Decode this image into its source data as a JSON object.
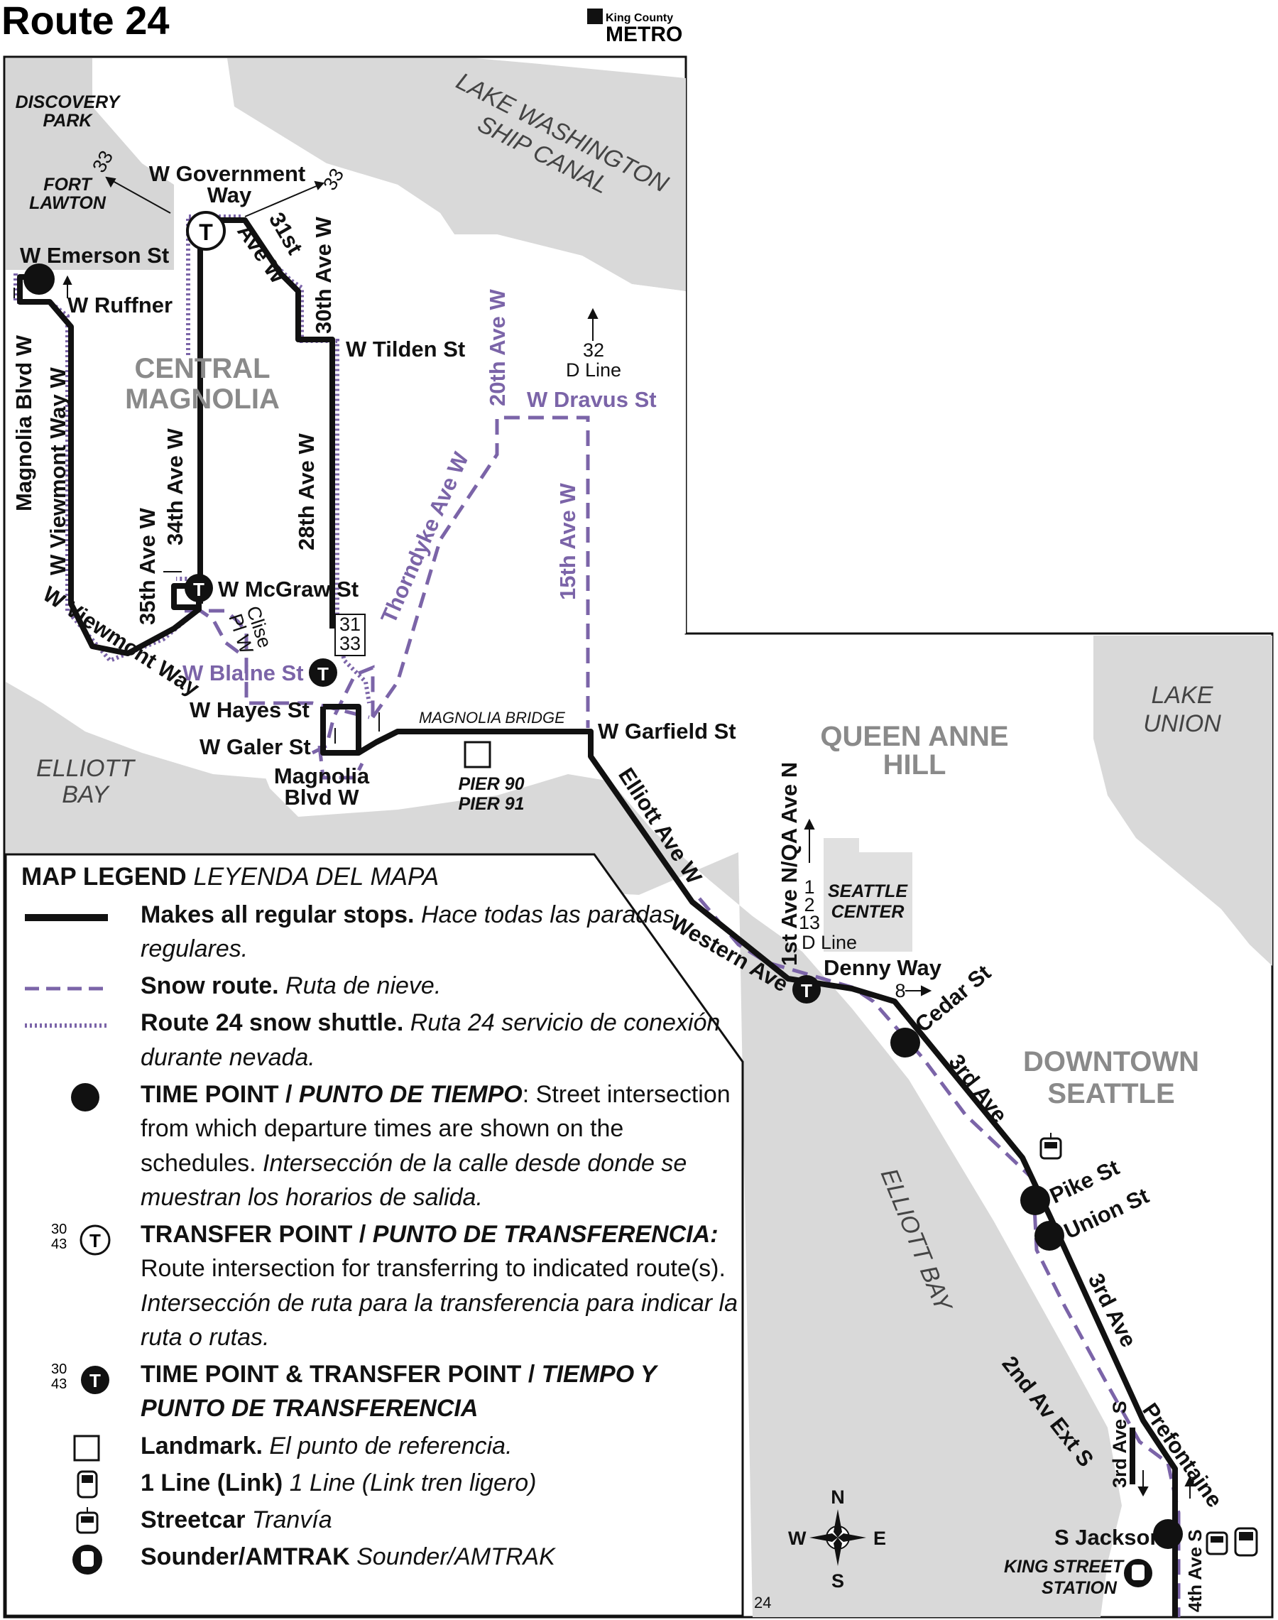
{
  "title": "Route 24",
  "brand": {
    "line1": "King County",
    "line2": "METRO"
  },
  "page_number": "24",
  "colors": {
    "route": "#111111",
    "snow": "#7b64a8",
    "land_gray": "#d9d9d9",
    "border": "#111111"
  },
  "areas": {
    "central_magnolia": [
      "CENTRAL",
      "MAGNOLIA"
    ],
    "queen_anne": [
      "QUEEN ANNE",
      "HILL"
    ],
    "downtown": [
      "DOWNTOWN",
      "SEATTLE"
    ]
  },
  "water": {
    "ship_canal": [
      "LAKE WASHINGTON",
      "SHIP CANAL"
    ],
    "lake_union": [
      "LAKE",
      "UNION"
    ],
    "elliott_bay_west": [
      "ELLIOTT",
      "BAY"
    ],
    "elliott_bay_east": "ELLIOTT BAY"
  },
  "places": {
    "discovery_park": [
      "DISCOVERY",
      "PARK"
    ],
    "fort_lawton": [
      "FORT",
      "LAWTON"
    ],
    "seattle_center": [
      "SEATTLE",
      "CENTER"
    ],
    "pier": [
      "PIER 90",
      "PIER 91"
    ],
    "magnolia_bridge": "MAGNOLIA BRIDGE",
    "king_street": [
      "KING STREET",
      "STATION"
    ]
  },
  "streets": {
    "w_government_way": [
      "W Government",
      "Way"
    ],
    "w_emerson": "W Emerson St",
    "w_ruffner": "W Ruffner",
    "magnolia_blvd_w": "Magnolia Blvd W",
    "w_viewmont_way_w": "W Viewmont Way W",
    "w_viewmont_way": "W Viewmont Way",
    "ave_31st": "31st",
    "ave_w": "Ave W",
    "ave_30th": "30th Ave W",
    "w_tilden": "W Tilden St",
    "ave_34th": "34th Ave W",
    "ave_35th": "35th Ave W",
    "ave_28th": "28th Ave W",
    "w_mcgraw": "W McGraw St",
    "clise_pl": [
      "Clise",
      "Pl W"
    ],
    "w_blaine": "W Blaine St",
    "w_hayes": "W Hayes St",
    "w_galer": "W Galer St",
    "magnolia_blvd": [
      "Magnolia",
      "Blvd W"
    ],
    "thorndyke": "Thorndyke Ave W",
    "ave_20th": "20th Ave W",
    "w_dravus": "W Dravus St",
    "ave_15th": "15th Ave W",
    "w_garfield": "W Garfield St",
    "elliott_ave": "Elliott Ave W",
    "western_ave": "Western Ave",
    "first_ave": "1st Ave N/QA Ave N",
    "denny_way": "Denny Way",
    "cedar": "Cedar St",
    "third_ave": "3rd Ave",
    "pike": "Pike St",
    "union": "Union St",
    "second_av_ext": "2nd Av Ext S",
    "third_ave_s": "3rd Ave S",
    "prefontaine": "Prefontaine",
    "s_jackson": "S Jackson",
    "fourth_ave_s": "4th Ave S"
  },
  "route_tags": {
    "r33": "33",
    "r32": "32",
    "d_line": "D Line",
    "box": [
      "31",
      "33"
    ],
    "first_ave_routes": [
      "1",
      "2",
      "13",
      "D Line"
    ],
    "r8": "8"
  },
  "compass": {
    "n": "N",
    "s": "S",
    "e": "E",
    "w": "W"
  },
  "legend": {
    "title": "MAP LEGEND",
    "title_es": "LEYENDA DEL MAPA",
    "items": [
      {
        "key": "regular",
        "en": "Makes all regular stops.",
        "es": "Hace todas las paradas regulares."
      },
      {
        "key": "snow_route",
        "en": "Snow route.",
        "es": "Ruta de nieve."
      },
      {
        "key": "snow_shuttle",
        "en": "Route 24 snow shuttle.",
        "es": "Ruta 24 servicio de conexión durante nevada."
      },
      {
        "key": "time_point",
        "en": "TIME POINT /",
        "en_it": "PUNTO DE TIEMPO",
        "desc": ": Street intersection from which departure times are shown on the schedules.",
        "desc_es": "Intersección de la calle desde donde se muestran los horarios de salida."
      },
      {
        "key": "transfer_point",
        "en": "TRANSFER POINT /",
        "en_it": "PUNTO DE TRANSFERENCIA:",
        "desc": "Route intersection for transferring to indicated route(s).",
        "desc_es": "Intersección de ruta para la transferencia para indicar la ruta o rutas."
      },
      {
        "key": "time_transfer",
        "en": "TIME POINT & TRANSFER POINT /",
        "en_it": "TIEMPO Y PUNTO DE TRANSFERENCIA"
      },
      {
        "key": "landmark",
        "en": "Landmark.",
        "es": "El punto de referencia."
      },
      {
        "key": "link",
        "en": "1 Line (Link)",
        "es": "1 Line (Link tren ligero)"
      },
      {
        "key": "streetcar",
        "en": "Streetcar",
        "es": "Tranvía"
      },
      {
        "key": "sounder",
        "en": "Sounder/AMTRAK",
        "es": "Sounder/AMTRAK"
      }
    ],
    "sample_routes": [
      "30",
      "43"
    ]
  }
}
